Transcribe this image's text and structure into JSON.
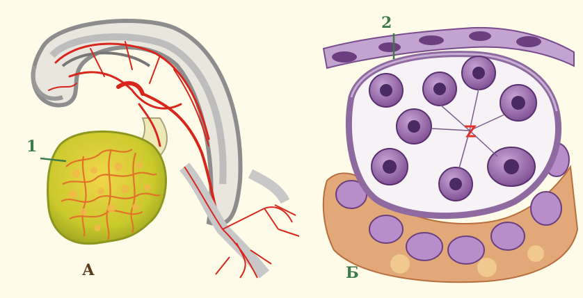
{
  "figure": {
    "panel_a_label": "А",
    "panel_b_label": "Б",
    "marker_1": "1",
    "marker_2": "2"
  },
  "colors": {
    "background": "#fefce8",
    "vessel_red": "#d9261c",
    "yolk_sac_green": "#b8c22a",
    "yolk_orange": "#e8a23a",
    "tissue_grey": "#9a9a9a",
    "cell_purple": "#7a4a8e",
    "cell_nucleus": "#4a2a63",
    "mesenchyme_tan": "#e2a878",
    "label_green": "#3d7a4a",
    "label_brown": "#5a3a1a"
  }
}
